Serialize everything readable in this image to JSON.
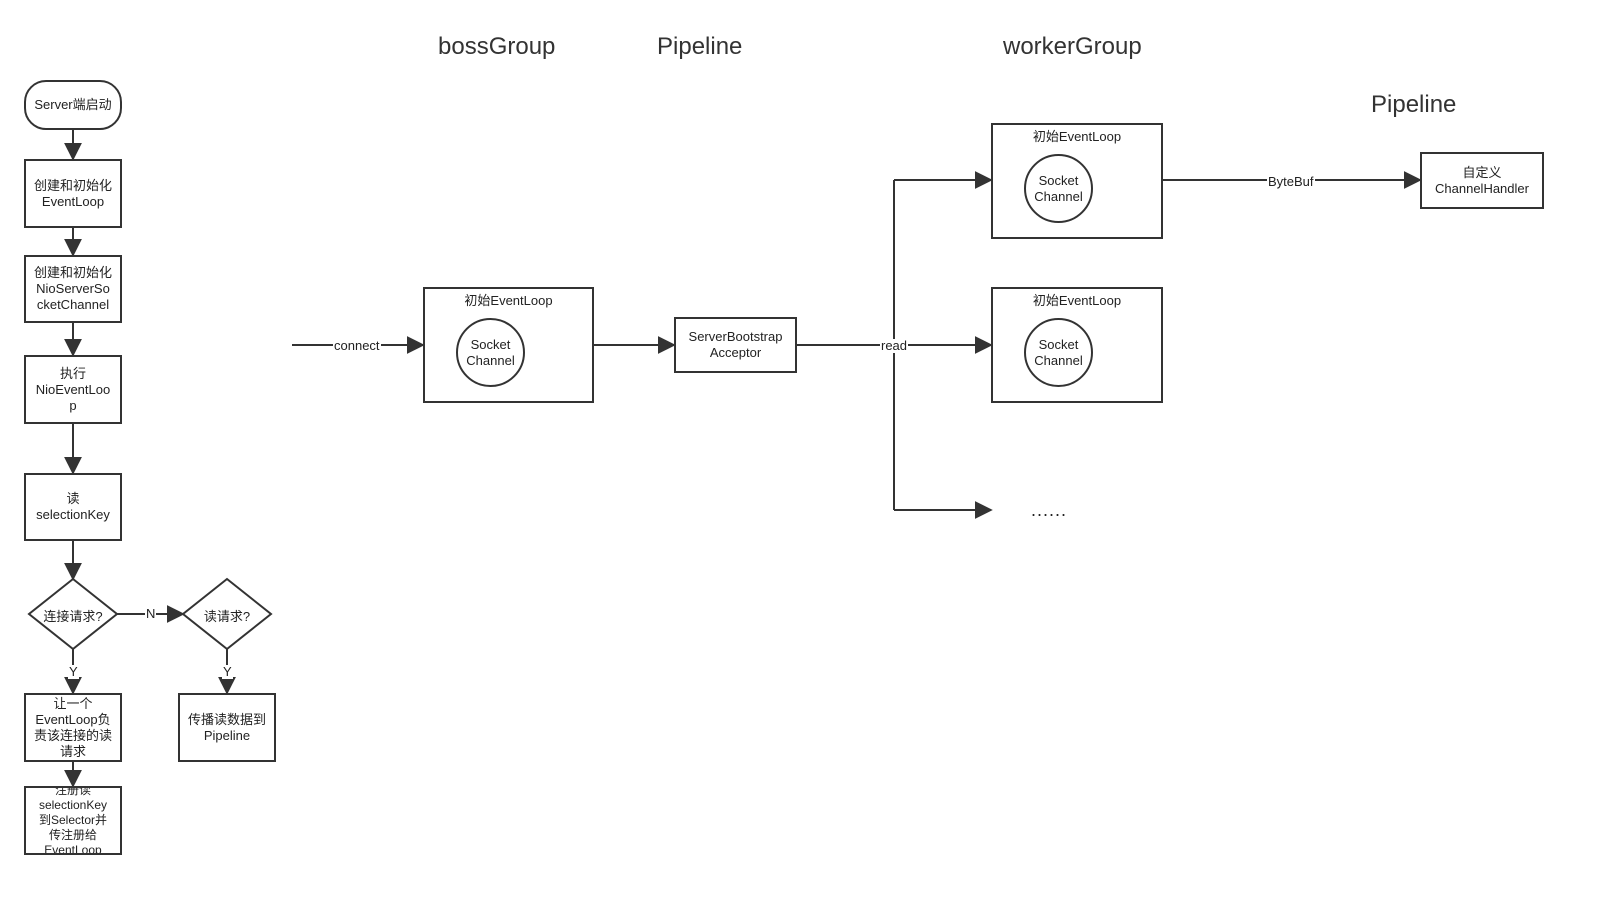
{
  "headings": {
    "boss_group": "bossGroup",
    "pipeline_1": "Pipeline",
    "worker_group": "workerGroup",
    "pipeline_2": "Pipeline"
  },
  "flowchart": {
    "start": "Server端启动",
    "create_event_loop": "创建和初始化\nEventLoop",
    "create_channel": "创建和初始化\nNioServerSo\ncketChannel",
    "run_event_loop": "执行\nNioEventLoo\np",
    "read_selection_key": "读\nselectionKey",
    "decision_connect": "连接请求?",
    "decision_read": "读请求?",
    "label_n": "N",
    "label_y_left": "Y",
    "label_y_right": "Y",
    "assign_event_loop": "让一个\nEventLoop负\n责该连接的读\n请求",
    "propagate_read": "传播读数据到\nPipeline",
    "register_read": "注册读\nselectionKey\n到Selector并\n传注册给\nEventLoop"
  },
  "architecture": {
    "connect_label": "connect",
    "boss_event_loop_title": "初始EventLoop",
    "boss_socket_channel": "Socket\nChannel",
    "acceptor": "ServerBootstrap\nAcceptor",
    "read_label": "read",
    "worker_1_title": "初始EventLoop",
    "worker_1_socket_channel": "Socket\nChannel",
    "worker_2_title": "初始EventLoop",
    "worker_2_socket_channel": "Socket\nChannel",
    "more_workers": "......",
    "bytebuf_label": "ByteBuf",
    "custom_handler": "自定义\nChannelHandler"
  },
  "colors": {
    "stroke": "#333333",
    "background": "#ffffff"
  }
}
